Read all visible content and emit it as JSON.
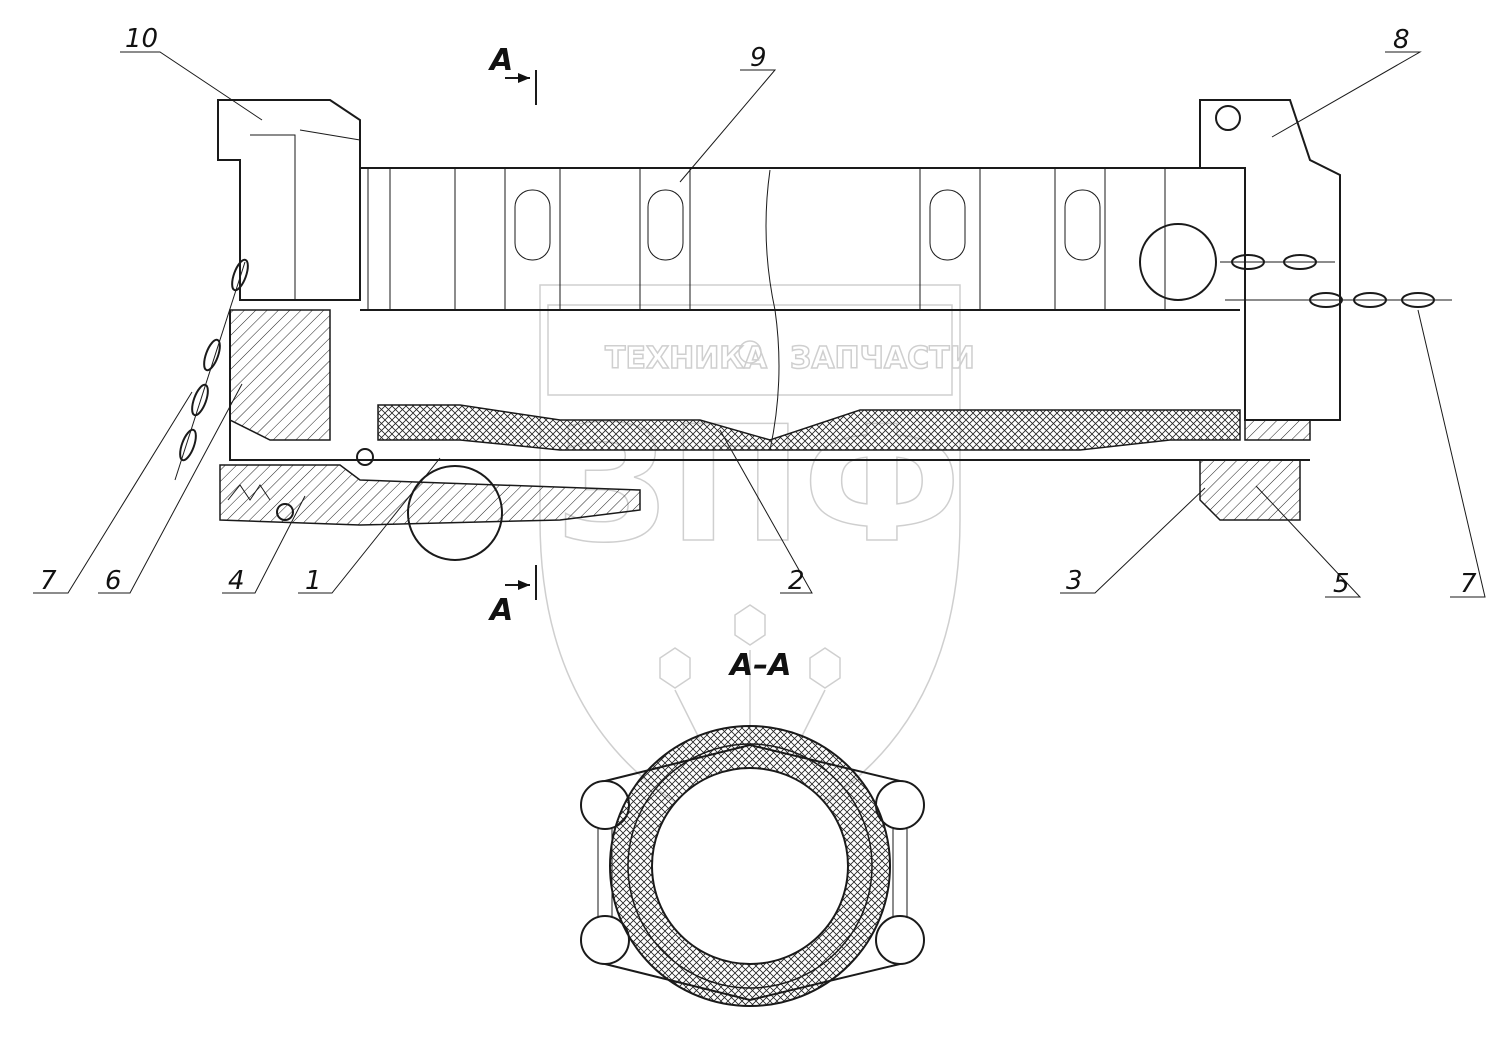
{
  "callouts": {
    "c10": "10",
    "c9": "9",
    "c8": "8",
    "c7_left": "7",
    "c6": "6",
    "c4": "4",
    "c1": "1",
    "c2": "2",
    "c3": "3",
    "c5": "5",
    "c7_right": "7"
  },
  "section": {
    "top_mark": "A",
    "bottom_mark": "A",
    "view_title": "A–A"
  },
  "watermark": {
    "left_word": "ТЕХНИКА",
    "right_word": "ЗАПЧАСТИ",
    "brand": "ЗПФ"
  }
}
